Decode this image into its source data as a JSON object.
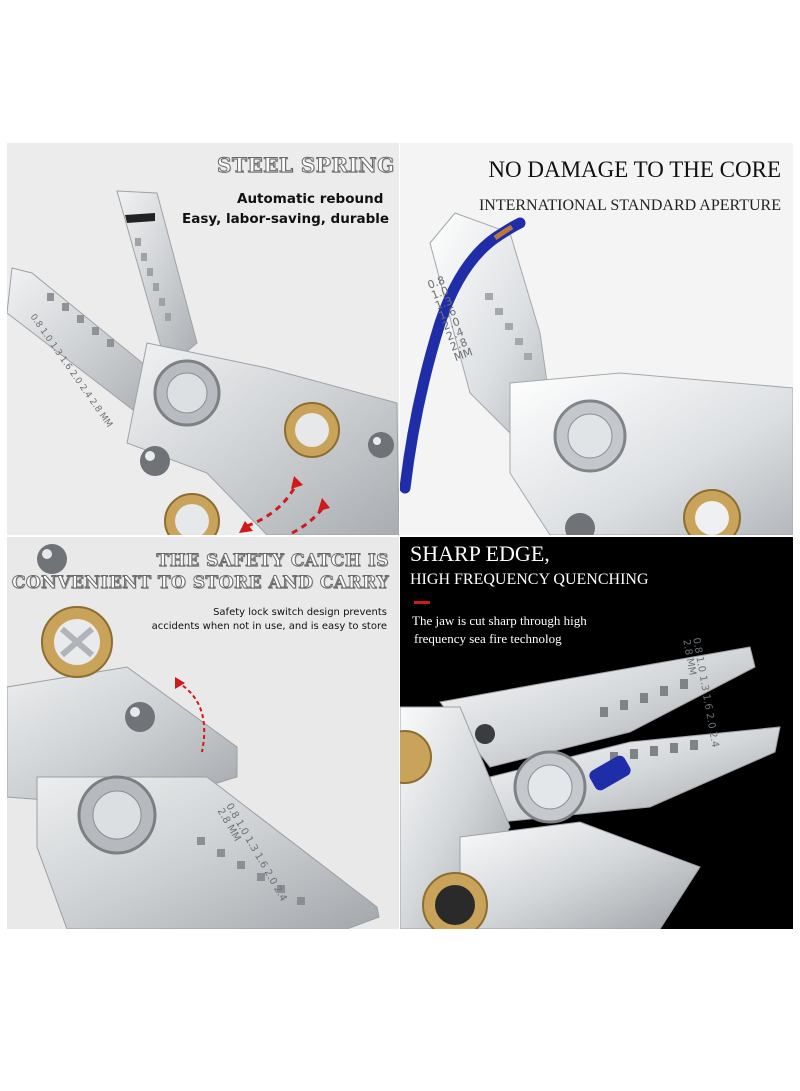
{
  "panels": {
    "steel_spring": {
      "title": "STEEL SPRING",
      "line1": "Automatic rebound",
      "line2": "Easy, labor-saving, durable",
      "scale": [
        "0.8",
        "1.0",
        "1.3",
        "1.6",
        "2.0",
        "2.4",
        "2.8",
        "MM"
      ]
    },
    "no_damage": {
      "title": "NO DAMAGE TO THE CORE",
      "subtitle": "INTERNATIONAL STANDARD APERTURE",
      "scale": [
        "0.8",
        "1.0",
        "1.3",
        "1.6",
        "2.0",
        "2.4",
        "2.8",
        "MM"
      ]
    },
    "safety_catch": {
      "title_line1": "THE SAFETY CATCH IS",
      "title_line2": "CONVENIENT TO STORE AND CARRY",
      "desc_line1": "Safety lock switch design prevents",
      "desc_line2": "accidents when not in use, and is easy to store",
      "scale": [
        "0.8",
        "1.0",
        "1.3",
        "1.6",
        "2.0",
        "2.4",
        "2.8",
        "MM"
      ]
    },
    "sharp_edge": {
      "title": "SHARP EDGE,",
      "subtitle": "HIGH FREQUENCY QUENCHING",
      "desc_line1": "The jaw is cut sharp through high",
      "desc_line2": "frequency sea fire technolog",
      "scale": [
        "0.8",
        "1.0",
        "1.3",
        "1.6",
        "2.0",
        "2.4",
        "2.8",
        "MM"
      ]
    }
  },
  "colors": {
    "accent_red": "#d0191b",
    "wire_blue": "#1f2ea8",
    "brass": "#c9a35a",
    "steel": "#d7d9db"
  }
}
